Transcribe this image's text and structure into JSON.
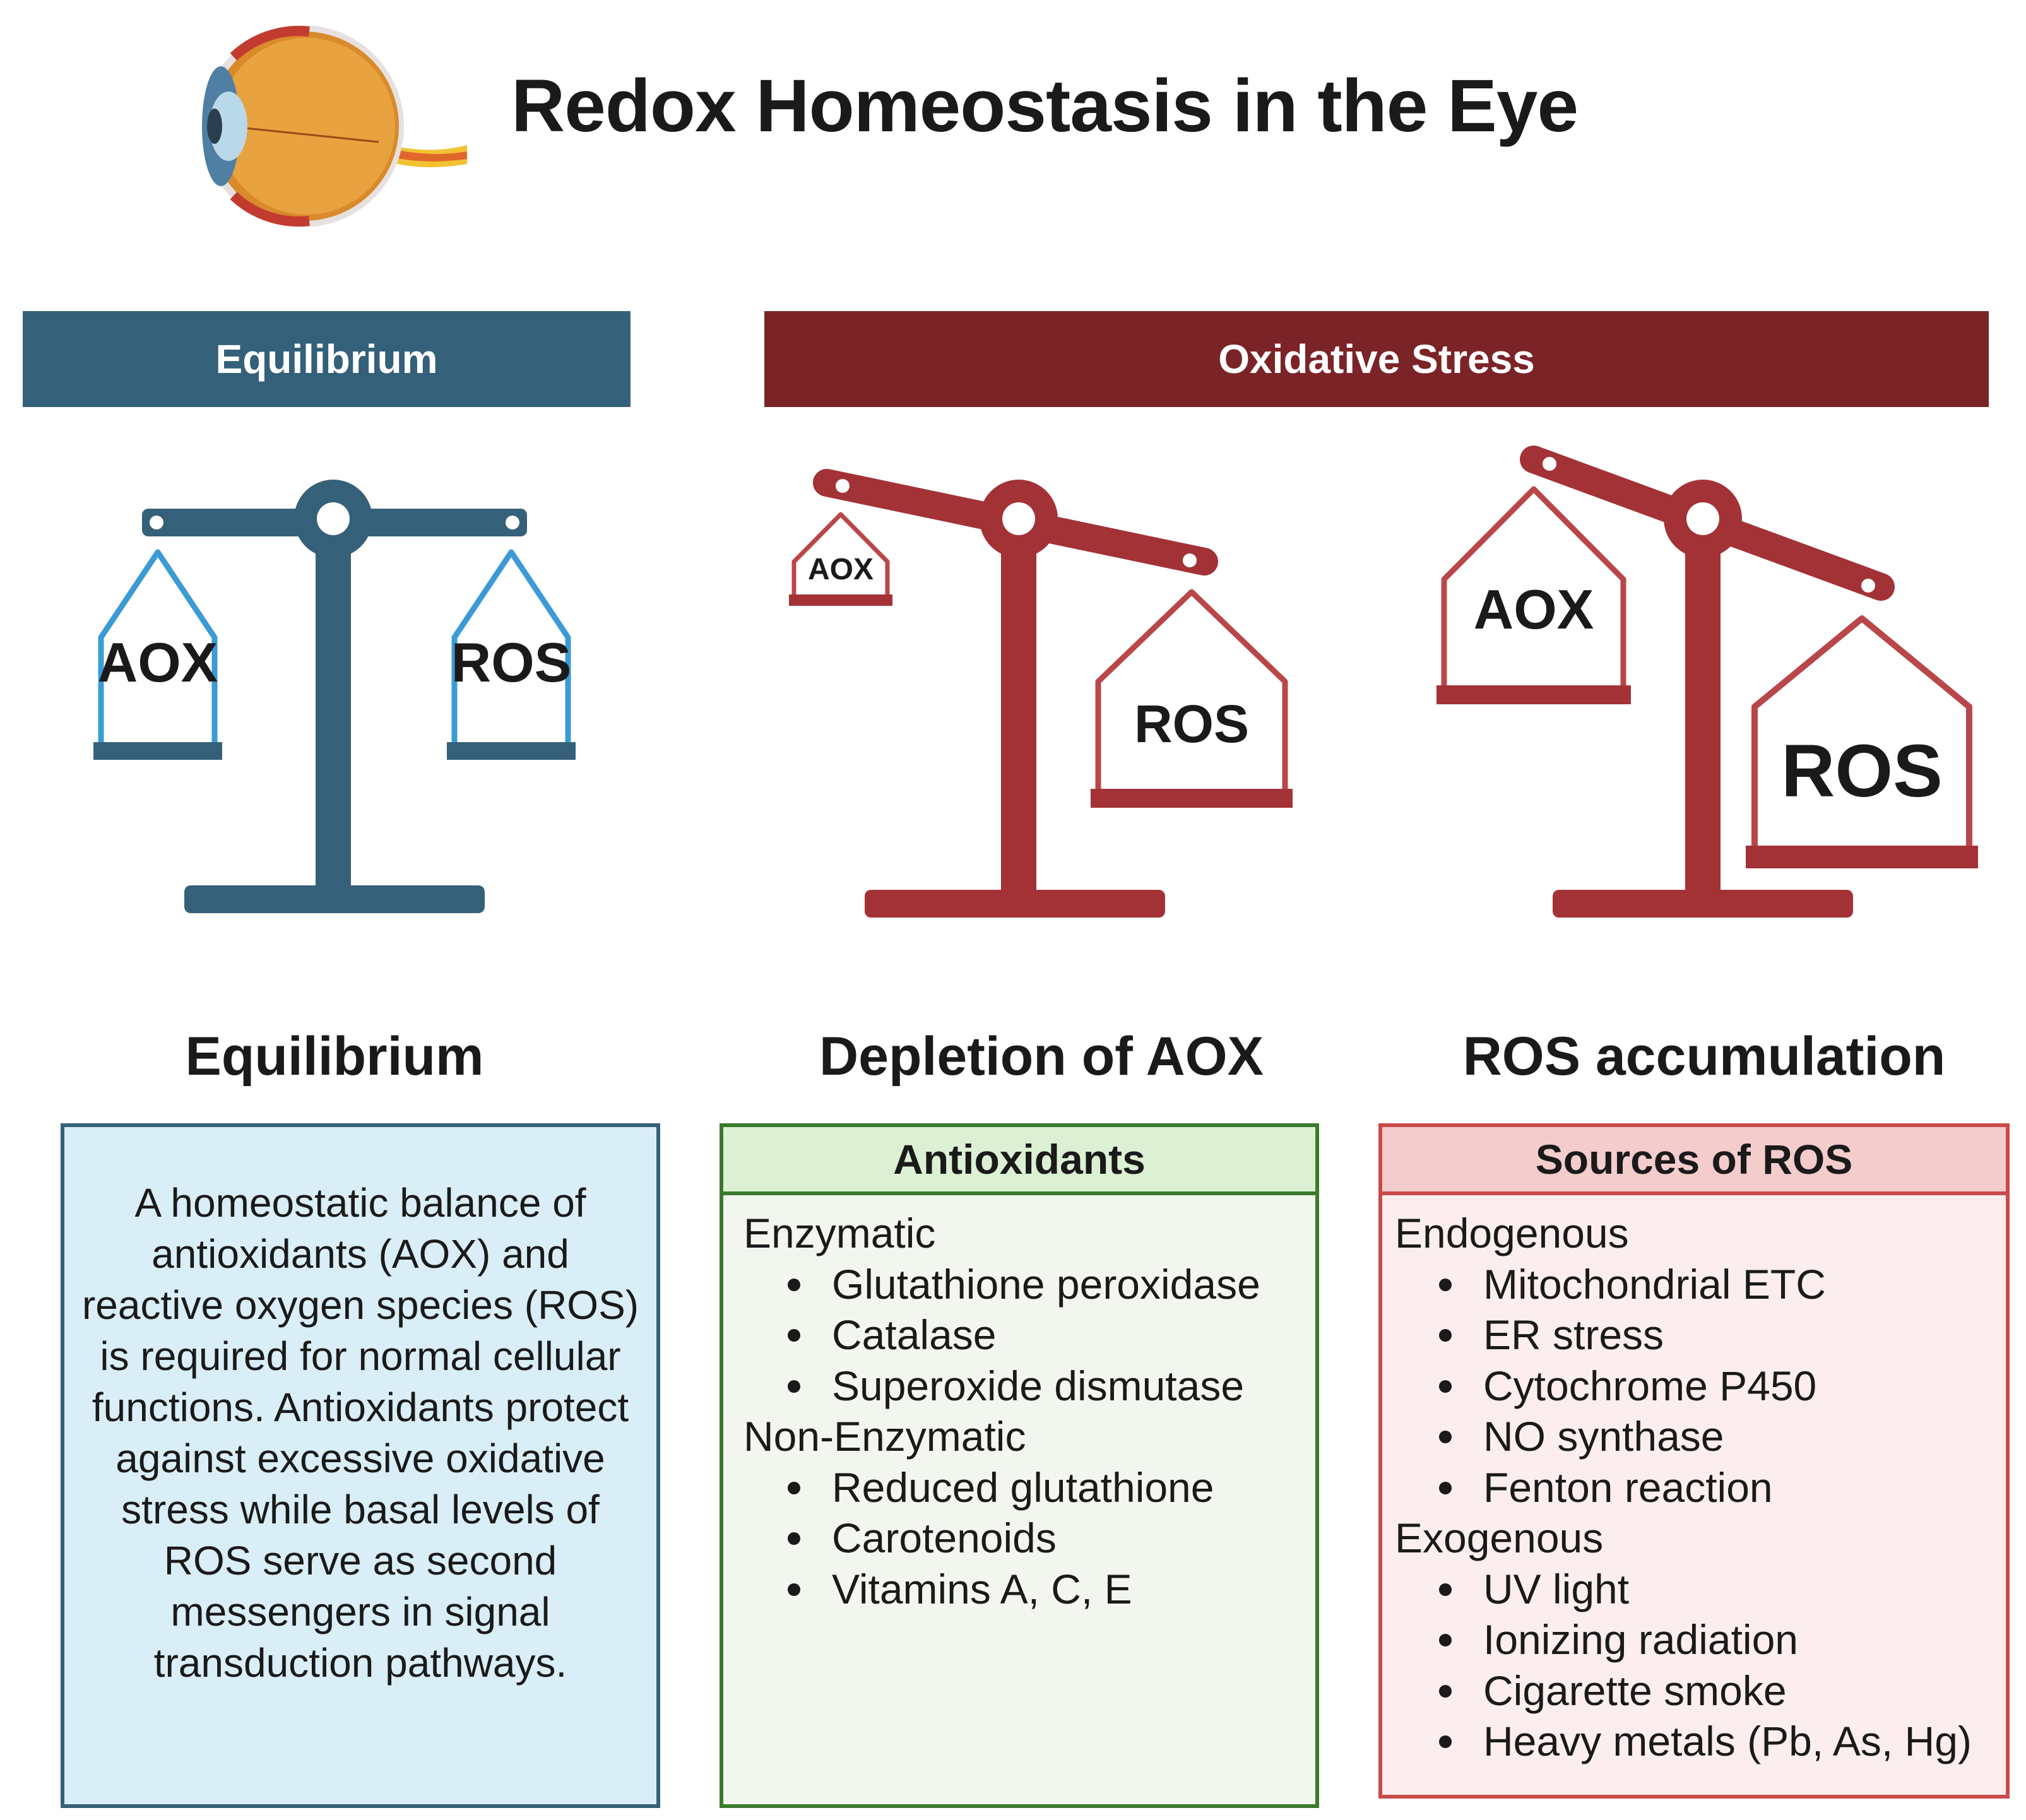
{
  "title": "Redox Homeostasis in the Eye",
  "bands": {
    "equilibrium": "Equilibrium",
    "oxidative_stress": "Oxidative Stress"
  },
  "scales": {
    "equilibrium": {
      "left": "AOX",
      "right": "ROS"
    },
    "depletion": {
      "left": "AOX",
      "right": "ROS"
    },
    "accumulation": {
      "left": "AOX",
      "right": "ROS"
    }
  },
  "columns": {
    "equilibrium": {
      "title": "Equilibrium",
      "text": "A homeostatic balance of antioxidants (AOX) and reactive oxygen species (ROS) is required for normal cellular functions. Antioxidants protect against excessive oxidative stress while basal levels of ROS serve as second messengers in signal transduction pathways."
    },
    "depletion": {
      "title": "Depletion of AOX",
      "box_title": "Antioxidants",
      "groups": [
        {
          "label": "Enzymatic",
          "items": [
            "Glutathione peroxidase",
            "Catalase",
            "Superoxide dismutase"
          ]
        },
        {
          "label": "Non-Enzymatic",
          "items": [
            "Reduced glutathione",
            "Carotenoids",
            "Vitamins A, C, E"
          ]
        }
      ]
    },
    "accumulation": {
      "title": "ROS accumulation",
      "box_title": "Sources of ROS",
      "groups": [
        {
          "label": "Endogenous",
          "items": [
            "Mitochondrial ETC",
            "ER stress",
            "Cytochrome P450",
            "NO synthase",
            "Fenton reaction"
          ]
        },
        {
          "label": "Exogenous",
          "items": [
            "UV light",
            "Ionizing radiation",
            "Cigarette smoke",
            "Heavy metals (Pb, As, Hg)"
          ]
        }
      ]
    }
  },
  "colors": {
    "equilibrium": "#356079",
    "equilibrium_pan": "#3b9bd4",
    "oxidative": "#7b2428",
    "oxidative_scale": "#a33236",
    "oxidative_pan": "#b9474a",
    "antioxidant_border": "#3a7a2c",
    "ros_border": "#c94a4a"
  }
}
